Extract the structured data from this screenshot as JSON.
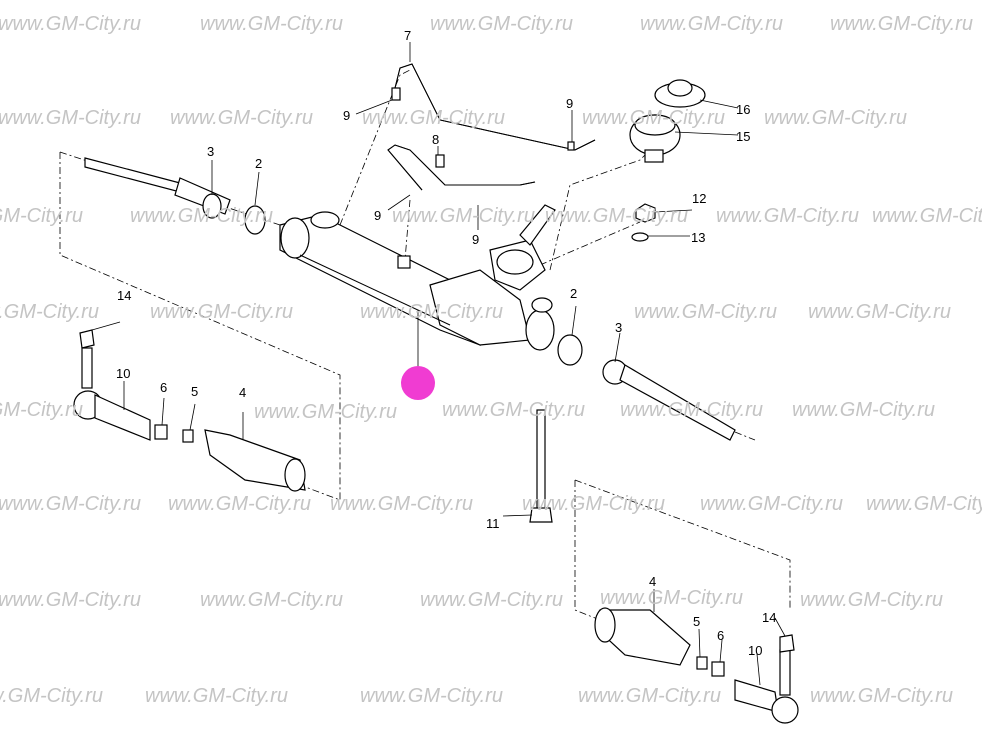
{
  "watermark": "www.GM-City.ru",
  "marker_color": "#f03cd2",
  "callouts": [
    "7",
    "9",
    "9",
    "16",
    "15",
    "8",
    "3",
    "2",
    "9",
    "9",
    "12",
    "13",
    "14",
    "2",
    "3",
    "10",
    "6",
    "5",
    "4",
    "11",
    "4",
    "5",
    "14",
    "6",
    "10"
  ]
}
